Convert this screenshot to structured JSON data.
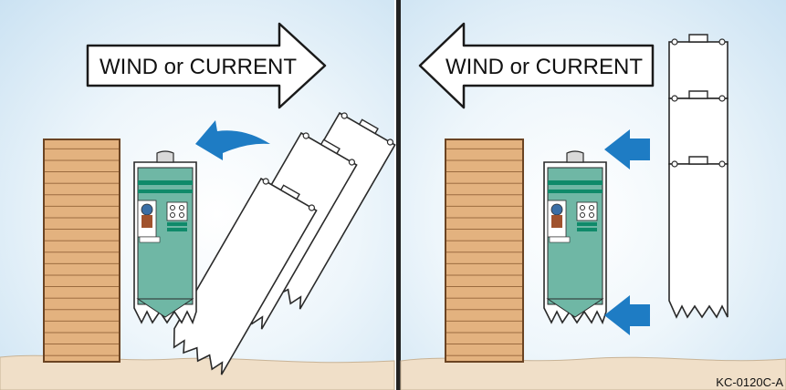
{
  "panels": {
    "left": {
      "wind_label": "WIND or CURRENT",
      "wind_direction": "right"
    },
    "right": {
      "wind_label": "WIND or CURRENT",
      "wind_direction": "left"
    }
  },
  "figure_id": "KC-0120C-A",
  "colors": {
    "water": "#d4e8f6",
    "water_edge": "#eaf4fb",
    "shore": "#f0dfc8",
    "dock": "#e3b27f",
    "dock_line": "#8a5a30",
    "boat_deck": "#6fb7a5",
    "boat_stripe": "#0f8a6a",
    "arrow_blue": "#1e7cc4",
    "divider": "#222222"
  }
}
